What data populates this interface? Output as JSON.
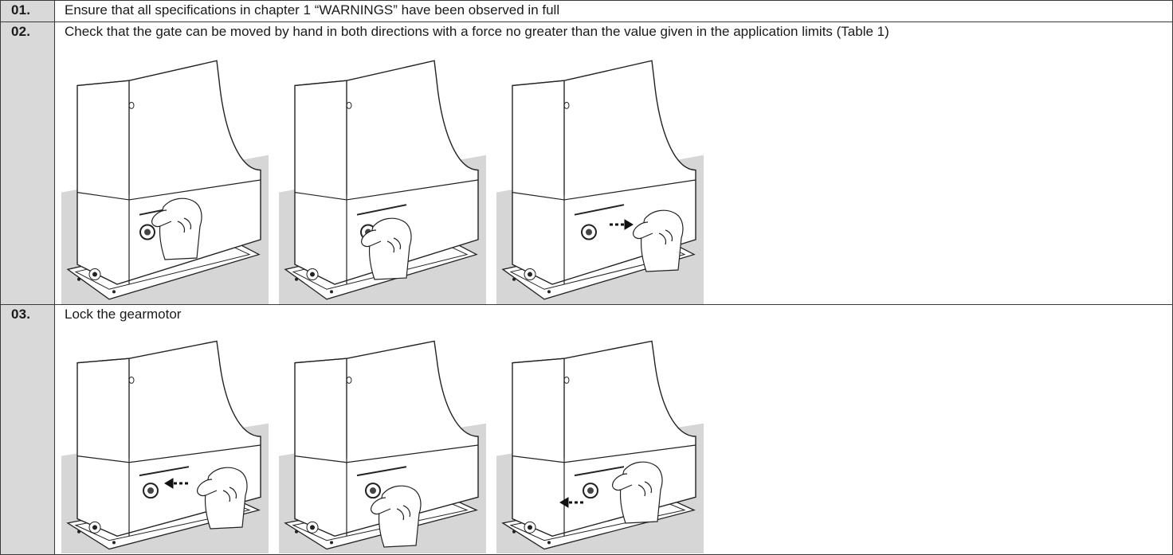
{
  "steps": [
    {
      "number": "01.",
      "text": "Ensure that all specifications in chapter 1 “WARNINGS” have been observed in full"
    },
    {
      "number": "02.",
      "text": "Check that the gate can be moved by hand in both directions with a force no greater than the value given in the application limits (Table 1)",
      "figures": [
        "release-lever-step-1",
        "release-lever-step-2",
        "release-lever-step-3"
      ]
    },
    {
      "number": "03.",
      "text": "Lock the gearmotor",
      "figures": [
        "lock-lever-step-1",
        "lock-lever-step-2",
        "lock-lever-step-3"
      ]
    }
  ],
  "colors": {
    "step_cell_bg": "#d9d9d9",
    "border": "#3a3a3a",
    "shadow": "#d6d6d6"
  }
}
